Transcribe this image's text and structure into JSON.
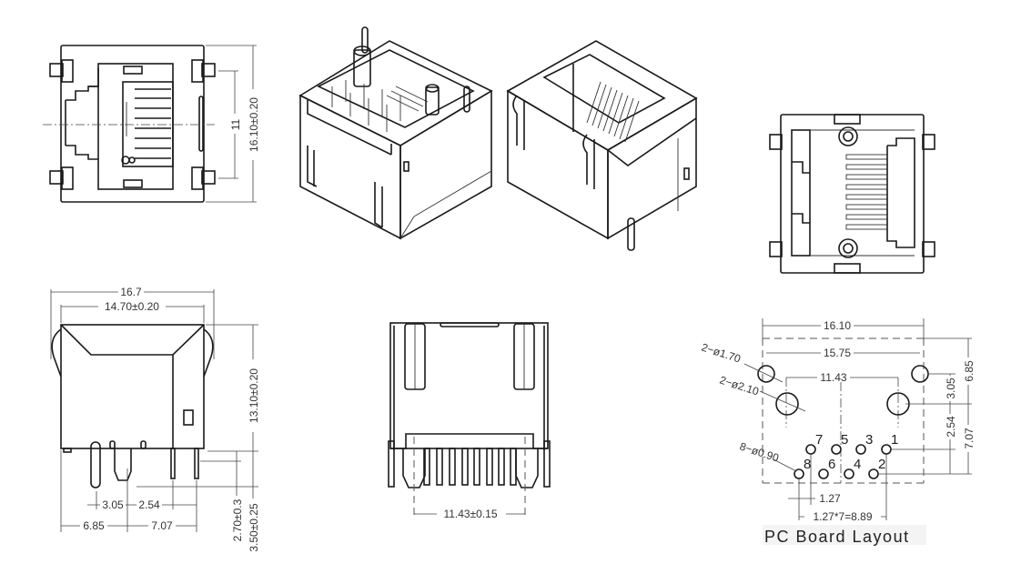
{
  "drawing": {
    "subject": "RJ45 modular jack",
    "views": {
      "top_left_front": {
        "dims": {
          "height_total": "16.10±0.20",
          "post_spacing": "11"
        }
      },
      "iso_view_1": {},
      "iso_view_2": {},
      "top_right_bottom": {},
      "bottom_left_side": {
        "dims": {
          "overall_width": "16.7",
          "body_width": "14.70±0.20",
          "body_height": "13.10±0.20",
          "post_offset_a": "3.05",
          "post_offset_b": "2.54",
          "post_pos_a": "6.85",
          "post_pos_b": "7.07",
          "pin_length": "2.70±0.3",
          "post_length": "3.50±0.25"
        }
      },
      "bottom_center_rear": {
        "dims": {
          "post_spacing": "11.43±0.15"
        }
      },
      "pcb_layout": {
        "title": "PC Board Layout",
        "dims": {
          "outline_width": "16.10",
          "small_hole_spacing": "15.75",
          "large_hole_spacing": "11.43",
          "small_hole_callout": "2−ø1.70",
          "large_hole_callout": "2−ø2.10",
          "pin_hole_callout": "8−ø0.90",
          "pin_pitch": "1.27",
          "pin_span": "1.27*7=8.89",
          "v_3_05": "3.05",
          "v_6_85": "6.85",
          "v_2_54": "2.54",
          "v_7_07": "7.07"
        },
        "pin_labels_top": [
          "7",
          "5",
          "3",
          "1"
        ],
        "pin_labels_bottom": [
          "8",
          "6",
          "4",
          "2"
        ]
      }
    }
  }
}
